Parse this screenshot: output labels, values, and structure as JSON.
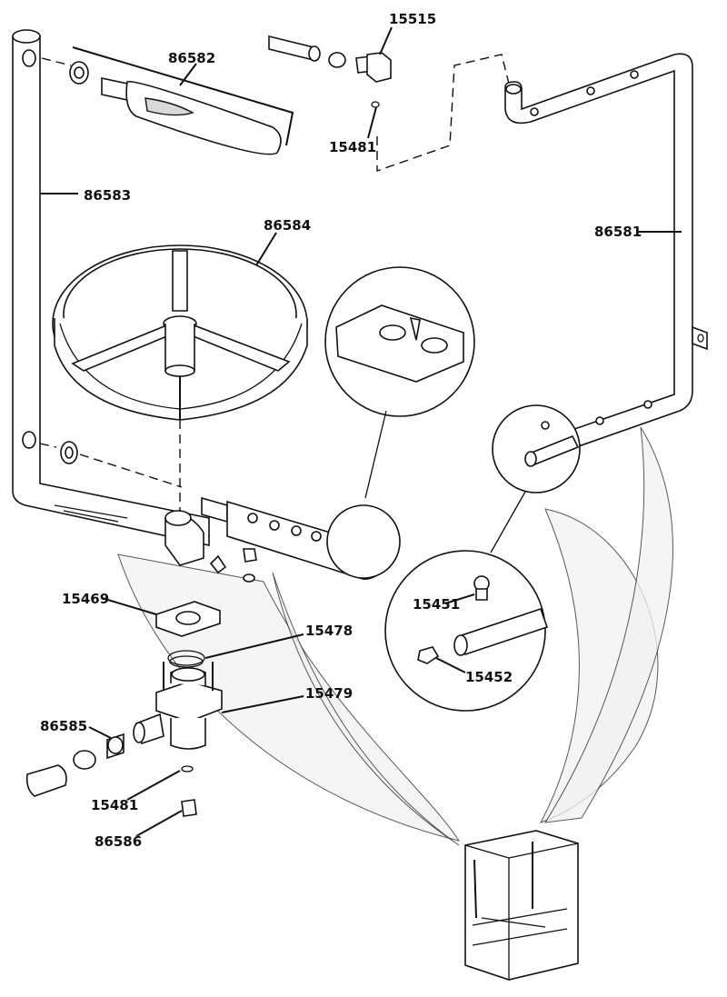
{
  "parts": {
    "p15515": "15515",
    "p86582": "86582",
    "p15481_top": "15481",
    "p86583": "86583",
    "p86584": "86584",
    "p86581": "86581",
    "p15469": "15469",
    "p15478": "15478",
    "p15479": "15479",
    "p15451": "15451",
    "p15452": "15452",
    "p86585": "86585",
    "p15481_bottom": "15481",
    "p86586": "86586"
  }
}
